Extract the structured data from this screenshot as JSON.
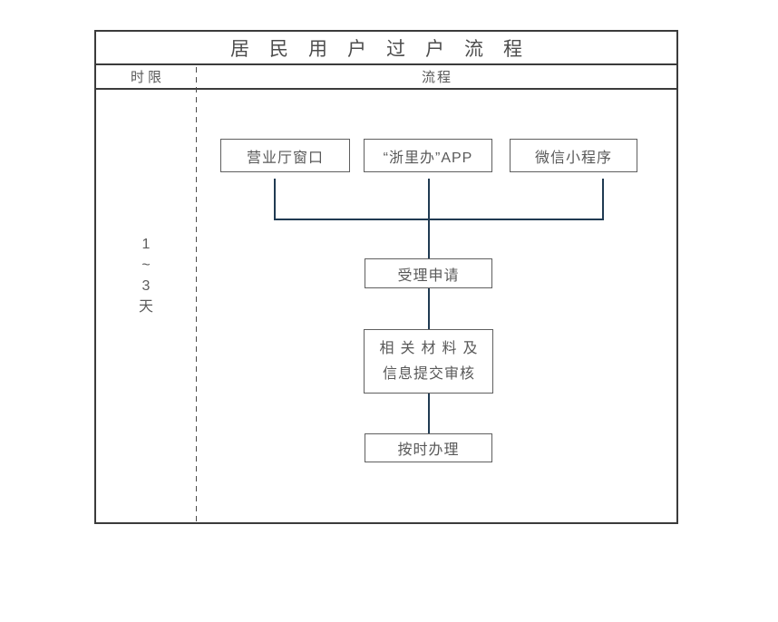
{
  "title": "居民用户过户流程",
  "header": {
    "time_column": "时限",
    "flow_column": "流程"
  },
  "time_limit": {
    "char1": "1",
    "char2": "~",
    "char3": "3",
    "char4": "天"
  },
  "channels": [
    {
      "label": "营业厅窗口"
    },
    {
      "label": "“浙里办”APP"
    },
    {
      "label": "微信小程序"
    }
  ],
  "steps": {
    "accept": "受理申请",
    "materials_line1": "相关材料及",
    "materials_line2": "信息提交审核",
    "handle": "按时办理"
  },
  "colors": {
    "frame_border": "#3b3b3b",
    "box_border": "#5f5f5f",
    "text": "#595959",
    "connector_line": "#203a52"
  }
}
